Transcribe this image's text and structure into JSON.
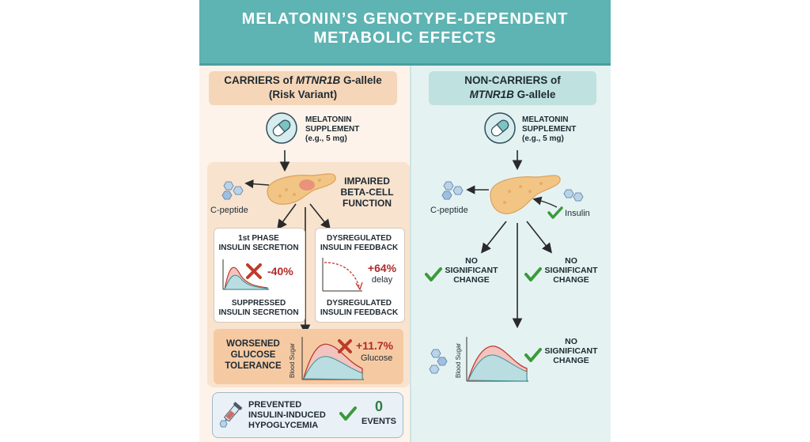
{
  "title": {
    "line1": "MELATONIN’S GENOTYPE-DEPENDENT",
    "line2": "METABOLIC EFFECTS"
  },
  "left": {
    "header_prefix": "CARRIERS of ",
    "header_gene": "MTNR1B",
    "header_suffix": " G-allele",
    "header_line2": "(Risk Variant)",
    "supplement": {
      "line1": "MELATONIN",
      "line2": "SUPPLEMENT",
      "line3": "(e.g., 5 mg)"
    },
    "cpeptide": "C-peptide",
    "impaired": {
      "line1": "IMPAIRED",
      "line2": "BETA-CELL",
      "line3": "FUNCTION"
    },
    "first_phase": {
      "title1": "1st PHASE",
      "title2": "INSULIN SECRETION",
      "value": "-40%",
      "footer1": "SUPPRESSED",
      "footer2": "INSULIN SECRETION"
    },
    "dysregulated": {
      "title1": "DYSREGULATED",
      "title2": "INSULIN FEEDBACK",
      "value": "+64%",
      "value_label": "delay",
      "footer1": "DYSREGULATED",
      "footer2": "INSULIN FEEDBACK"
    },
    "glucose": {
      "line1": "WORSENED",
      "line2": "GLUCOSE",
      "line3": "TOLERANCE",
      "axis_label": "Blood Sugar",
      "value": "+11.7%",
      "value_label": "Glucose"
    },
    "hypoglycemia": {
      "line1": "PREVENTED",
      "line2": "INSULIN-INDUCED",
      "line3": "HYPOGLYCEMIA",
      "count": "0",
      "count_label": "EVENTS"
    }
  },
  "right": {
    "header_line1": "NON-CARRIERS of",
    "header_gene": "MTNR1B",
    "header_suffix": " G-allele",
    "supplement": {
      "line1": "MELATONIN",
      "line2": "SUPPLEMENT",
      "line3": "(e.g., 5 mg)"
    },
    "cpeptide": "C-peptide",
    "insulin": "Insulin",
    "no_change_left": {
      "line1": "NO",
      "line2": "SIGNIFICANT",
      "line3": "CHANGE"
    },
    "no_change_right": {
      "line1": "NO",
      "line2": "SIGNIFICANT",
      "line3": "CHANGE"
    },
    "no_change_bottom": {
      "line1": "NO",
      "line2": "SIGNIFICANT",
      "line3": "CHANGE"
    },
    "axis_label": "Blood Sugar"
  },
  "colors": {
    "header": "#5eb3b3",
    "left_panel": "#fdf3ea",
    "right_panel": "#e5f2f2",
    "check": "#3a9a3a",
    "cross": "#c0392b",
    "pancreas": "#f3c584"
  },
  "icons": [
    "pill-icon",
    "pancreas-icon",
    "hexagon-molecule-icon",
    "check-icon",
    "cross-icon",
    "syringe-icon"
  ]
}
